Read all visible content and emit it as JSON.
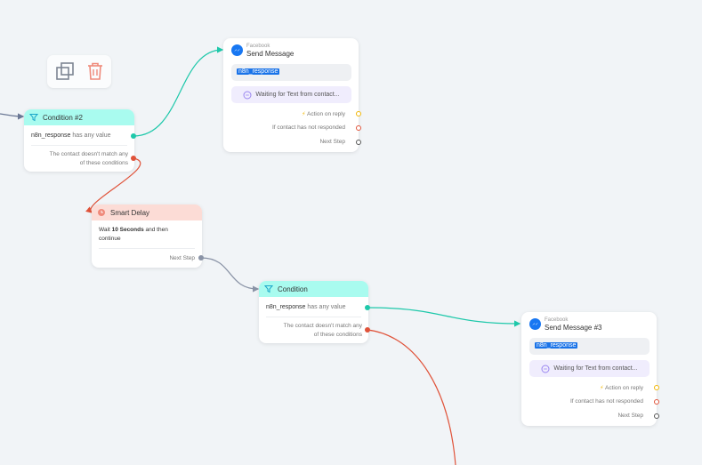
{
  "toolbar": {
    "duplicate_icon": "duplicate-icon",
    "delete_icon": "trash-icon"
  },
  "condition2": {
    "title": "Condition #2",
    "var": "n8n_response",
    "rule": " has any value",
    "else_line1": "The contact doesn't match any",
    "else_line2": "of these conditions"
  },
  "send1": {
    "platform": "Facebook",
    "title": "Send Message",
    "chip": "n8n_response",
    "waiting": "Waiting for Text from contact...",
    "action_on_reply": "Action on reply",
    "not_responded": "If contact has not responded",
    "next_step": "Next Step"
  },
  "delay": {
    "title": "Smart Delay",
    "wait_prefix": "Wait ",
    "wait_amount": "10 Seconds",
    "wait_suffix": " and then",
    "wait_line2": "continue",
    "next_step": "Next Step"
  },
  "condition": {
    "title": "Condition",
    "var": "n8n_response",
    "rule": " has any value",
    "else_line1": "The contact doesn't match any",
    "else_line2": "of these conditions"
  },
  "send3": {
    "platform": "Facebook",
    "title": "Send Message #3",
    "chip": "n8n_response",
    "waiting": "Waiting for Text from contact...",
    "action_on_reply": "Action on reply",
    "not_responded": "If contact has not responded",
    "next_step": "Next Step"
  },
  "colors": {
    "canvas": "#f1f4f7",
    "condition_header": "#a9fbef",
    "delay_header": "#fcdcd6",
    "wire_success": "#1ec8aa",
    "wire_fail": "#e0533a",
    "wire_next": "#8a93a6",
    "facebook": "#1877f2",
    "chip": "#1a73e8"
  }
}
